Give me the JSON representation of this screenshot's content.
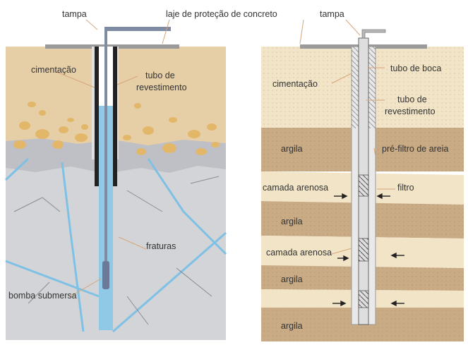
{
  "diagrams": {
    "left": {
      "labels": {
        "tampa": "tampa",
        "cimentacao": "cimentação",
        "tubo_revestimento_1": "tubo de",
        "tubo_revestimento_2": "revestimento",
        "fraturas": "fraturas",
        "bomba_submersa": "bomba submersa"
      }
    },
    "shared": {
      "laje": "laje de proteção de concreto"
    },
    "right": {
      "labels": {
        "tampa": "tampa",
        "tubo_de_boca": "tubo de boca",
        "cimentacao": "cimentação",
        "tubo_revestimento_1": "tubo de",
        "tubo_revestimento_2": "revestimento",
        "argila_1": "argila",
        "pre_filtro": "pré-filtro de areia",
        "camada_arenosa_1": "camada arenosa",
        "filtro": "filtro",
        "argila_2": "argila",
        "camada_arenosa_2": "camada arenosa",
        "argila_3": "argila",
        "argila_4": "argila"
      }
    }
  },
  "colors": {
    "soil": "#e6cfa6",
    "rock": "#d3d4d8",
    "clay": "#c9ab86",
    "sand": "#f2e4c6",
    "water": "#8fc9e6",
    "fracture": "#7fc1e4"
  }
}
